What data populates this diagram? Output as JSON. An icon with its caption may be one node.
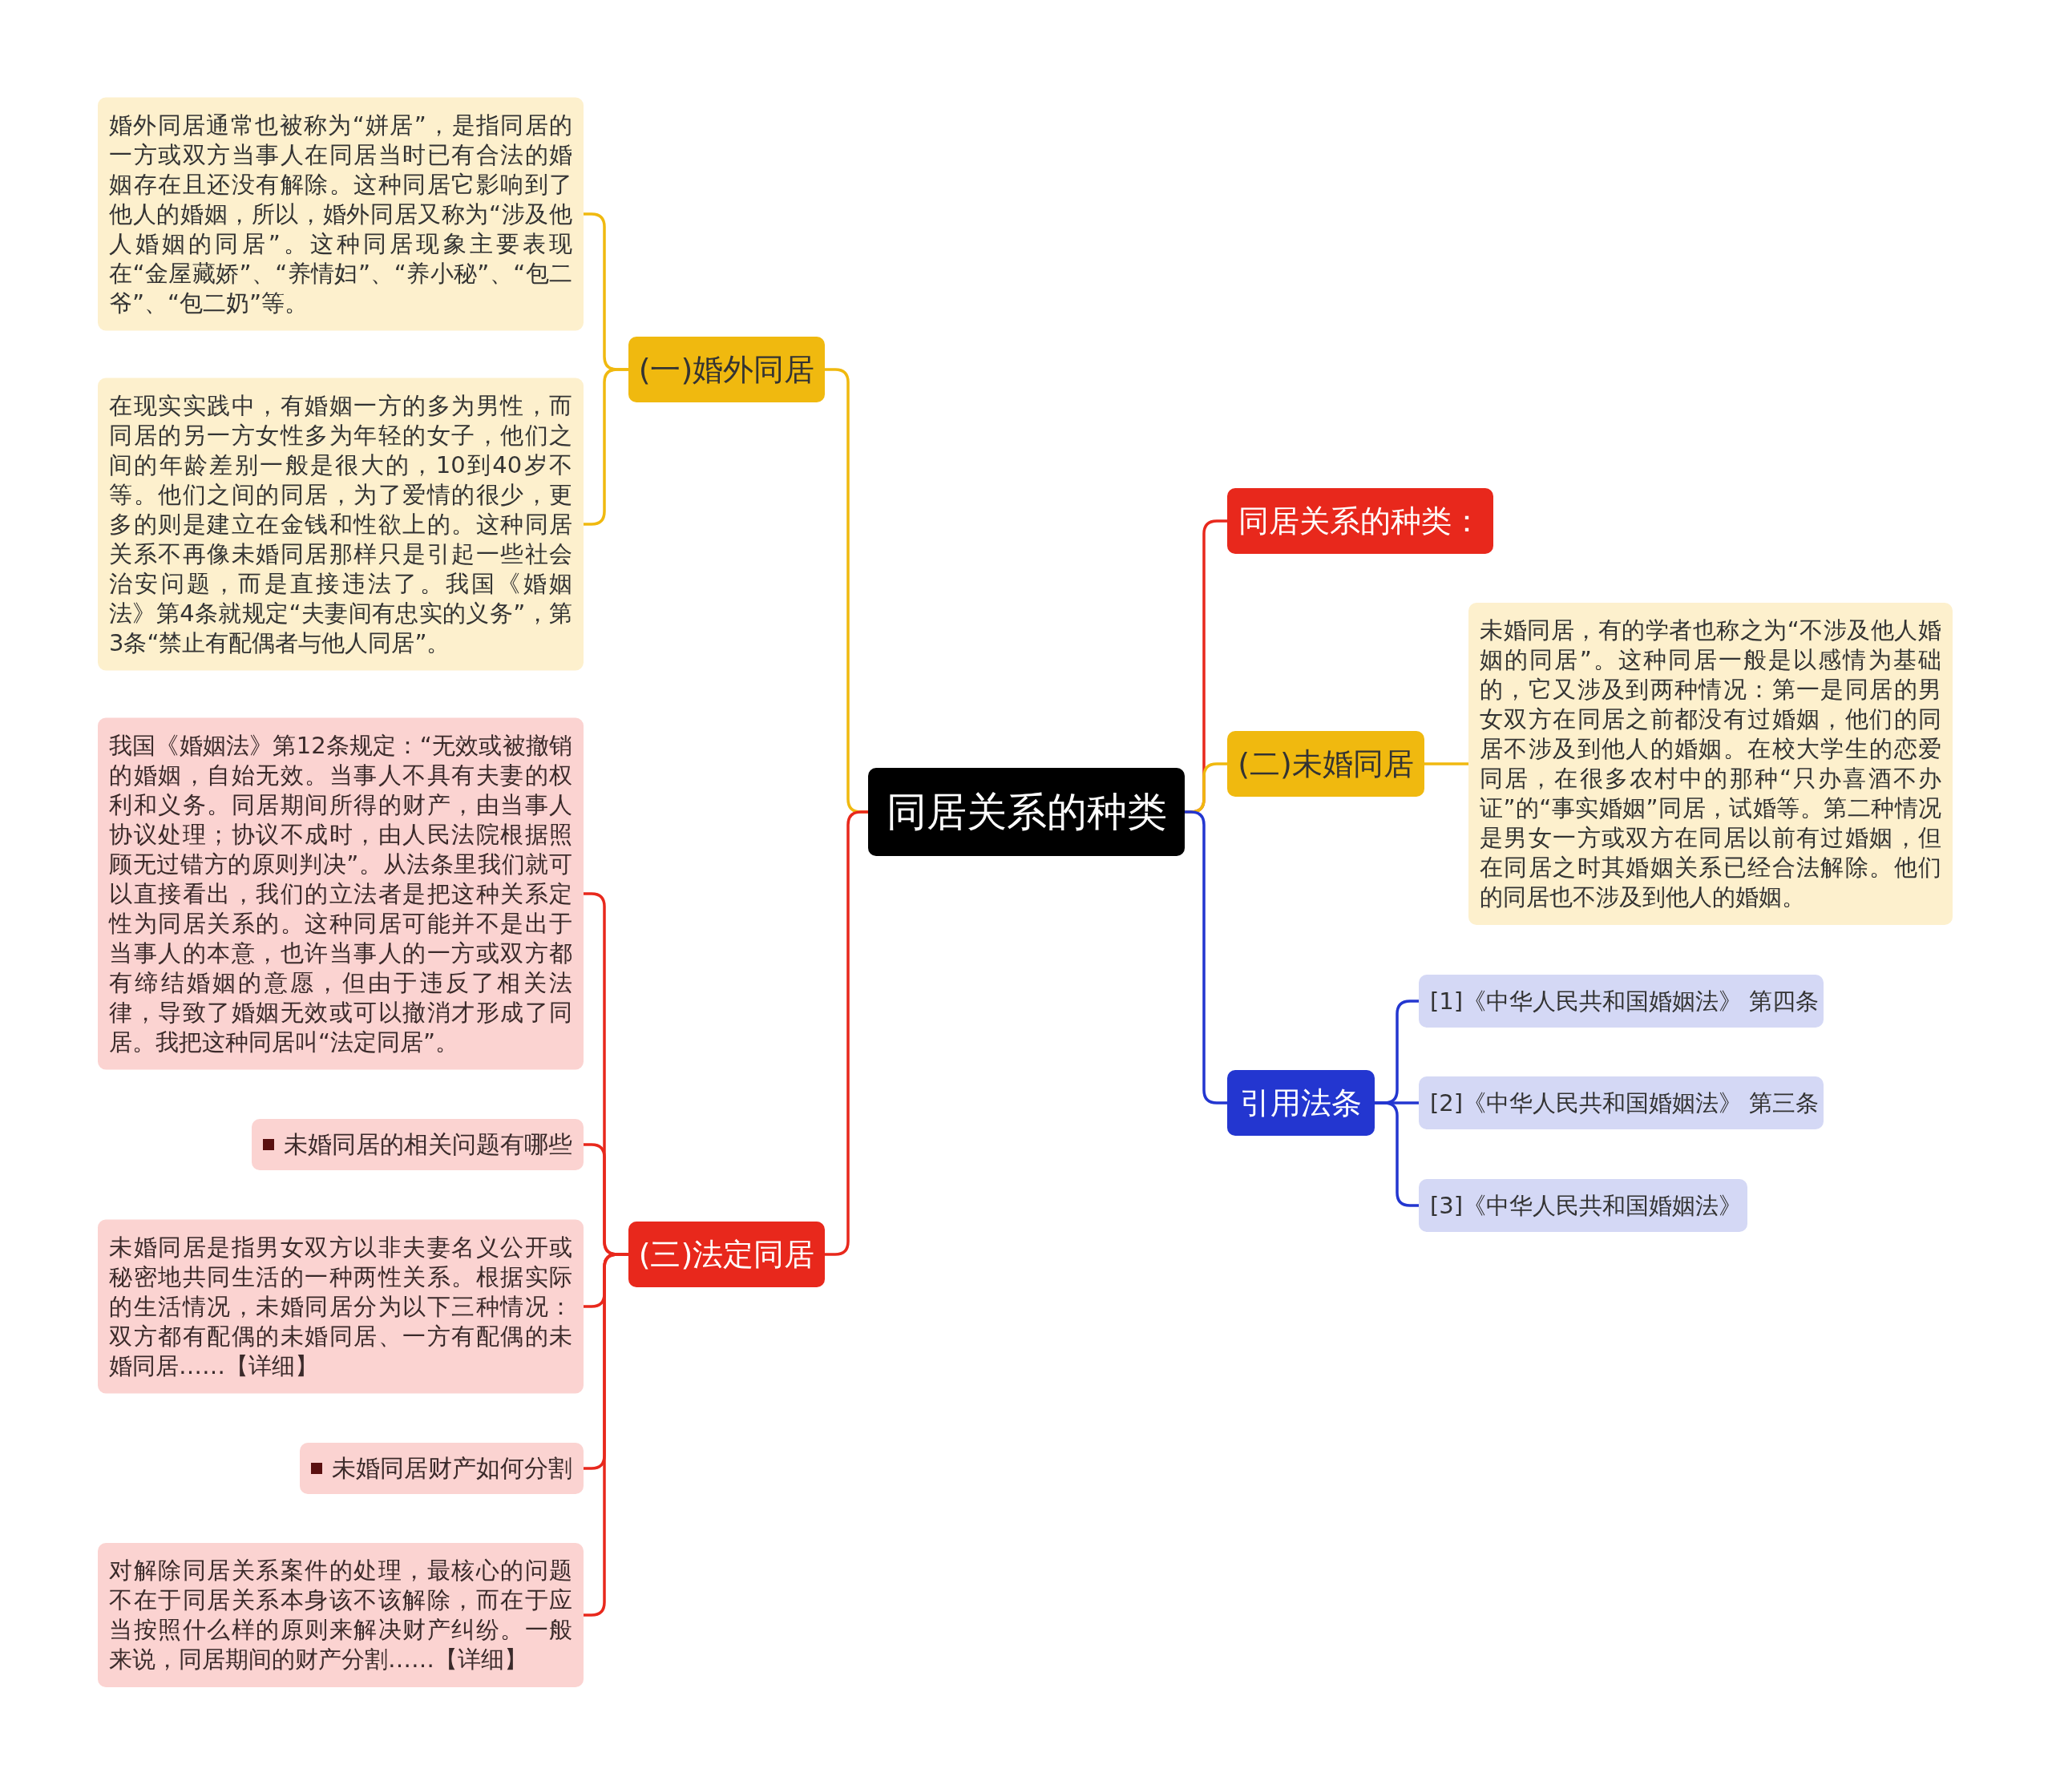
{
  "diagram": {
    "nodes": [
      {
        "text": [
          "同居关系的种类"
        ]
      },
      {
        "text": [
          "(一)婚外同居"
        ]
      },
      {
        "text": [
          "婚外同居通常也被称为“姘居”，是指同居的一方或双方当事人在同居当时已有合法的婚姻存在且还没有解除。这种同居它影响到了他人的婚姻，所以，婚外同居又称为“涉及他人婚姻的同居”。这种同居现象主要表现在“金屋藏娇”、“养情妇”、“养小秘”、“包二爷”、“包二奶”等。"
        ]
      },
      {
        "text": [
          "在现实实践中，有婚姻一方的多为男性，而同居的另一方女性多为年轻的女子，他们之间的年龄差别一般是很大的，10到40岁不等。他们之间的同居，为了爱情的很少，更多的则是建立在金钱和性欲上的。这种同居关系不再像未婚同居那样只是引起一些社会治安问题，而是直接违法了。我国《婚姻法》第4条就规定“夫妻间有忠实的义务”，第3条“禁止有配偶者与他人同居”。"
        ]
      },
      {
        "text": [
          "同居关系的种类："
        ]
      },
      {
        "text": [
          "(二)未婚同居"
        ]
      },
      {
        "text": [
          "未婚同居，有的学者也称之为“不涉及他人婚姻的同居”。这种同居一般是以感情为基础的，它又涉及到两种情况：第一是同居的男女双方在同居之前都没有过婚姻，他们的同居不涉及到他人的婚姻。在校大学生的恋爱同居，在很多农村中的那种“只办喜酒不办证”的“事实婚姻”同居，试婚等。第二种情况是男女一方或双方在同居以前有过婚姻，但在同居之时其婚姻关系已经合法解除。他们的同居也不涉及到他人的婚姻。"
        ]
      },
      {
        "text": [
          "引用法条"
        ]
      },
      {
        "text": [
          "[1]《中华人民共和国婚姻法》 第四条"
        ]
      },
      {
        "text": [
          "[2]《中华人民共和国婚姻法》 第三条"
        ]
      },
      {
        "text": [
          "[3]《中华人民共和国婚姻法》"
        ]
      },
      {
        "text": [
          "(三)法定同居"
        ]
      },
      {
        "text": [
          "我国《婚姻法》第12条规定：“无效或被撤销的婚姻，自始无效。当事人不具有夫妻的权利和义务。同居期间所得的财产，由当事人协议处理；协议不成时，由人民法院根据照顾无过错方的原则判决”。从法条里我们就可以直接看出，我们的立法者是把这种关系定性为同居关系的。这种同居可能并不是出于当事人的本意，也许当事人的一方或双方都有缔结婚姻的意愿，但由于违反了相关法律，导致了婚姻无效或可以撤消才形成了同居。我把这种同居叫“法定同居”。"
        ]
      },
      {
        "text": [
          "未婚同居的相关问题有哪些"
        ]
      },
      {
        "text": [
          "未婚同居是指男女双方以非夫妻名义公开或秘密地共同生活的一种两性关系。根据实际的生活情况，未婚同居分为以下三种情况：双方都有配偶的未婚同居、一方有配偶的未婚同居……【详细】"
        ]
      },
      {
        "text": [
          "未婚同居财产如何分割"
        ]
      },
      {
        "text": [
          "对解除同居关系案件的处理，最核心的问题不在于同居关系本身该不该解除，而在于应当按照什么样的原则来解决财产纠纷。一般来说，同居期间的财产分割……【详细】"
        ]
      }
    ],
    "edges": [
      {
        "from": 0,
        "to": 1,
        "arrow": "none",
        "color": "#f0b90f"
      },
      {
        "from": 1,
        "to": 2,
        "arrow": "none",
        "color": "#f0b90f"
      },
      {
        "from": 1,
        "to": 3,
        "arrow": "none",
        "color": "#f0b90f"
      },
      {
        "from": 0,
        "to": 4,
        "arrow": "none",
        "color": "#e8281c"
      },
      {
        "from": 0,
        "to": 5,
        "arrow": "none",
        "color": "#f0b90f"
      },
      {
        "from": 5,
        "to": 6,
        "arrow": "none",
        "color": "#f0b90f"
      },
      {
        "from": 0,
        "to": 7,
        "arrow": "none",
        "color": "#2336d0"
      },
      {
        "from": 7,
        "to": 8,
        "arrow": "none",
        "color": "#2336d0"
      },
      {
        "from": 7,
        "to": 9,
        "arrow": "none",
        "color": "#2336d0"
      },
      {
        "from": 7,
        "to": 10,
        "arrow": "none",
        "color": "#2336d0"
      },
      {
        "from": 0,
        "to": 11,
        "arrow": "none",
        "color": "#e8281c"
      },
      {
        "from": 11,
        "to": 12,
        "arrow": "none",
        "color": "#e8281c"
      },
      {
        "from": 11,
        "to": 13,
        "arrow": "none",
        "color": "#e8281c"
      },
      {
        "from": 11,
        "to": 14,
        "arrow": "none",
        "color": "#e8281c"
      },
      {
        "from": 11,
        "to": 15,
        "arrow": "none",
        "color": "#e8281c"
      },
      {
        "from": 11,
        "to": 16,
        "arrow": "none",
        "color": "#e8281c"
      }
    ]
  }
}
